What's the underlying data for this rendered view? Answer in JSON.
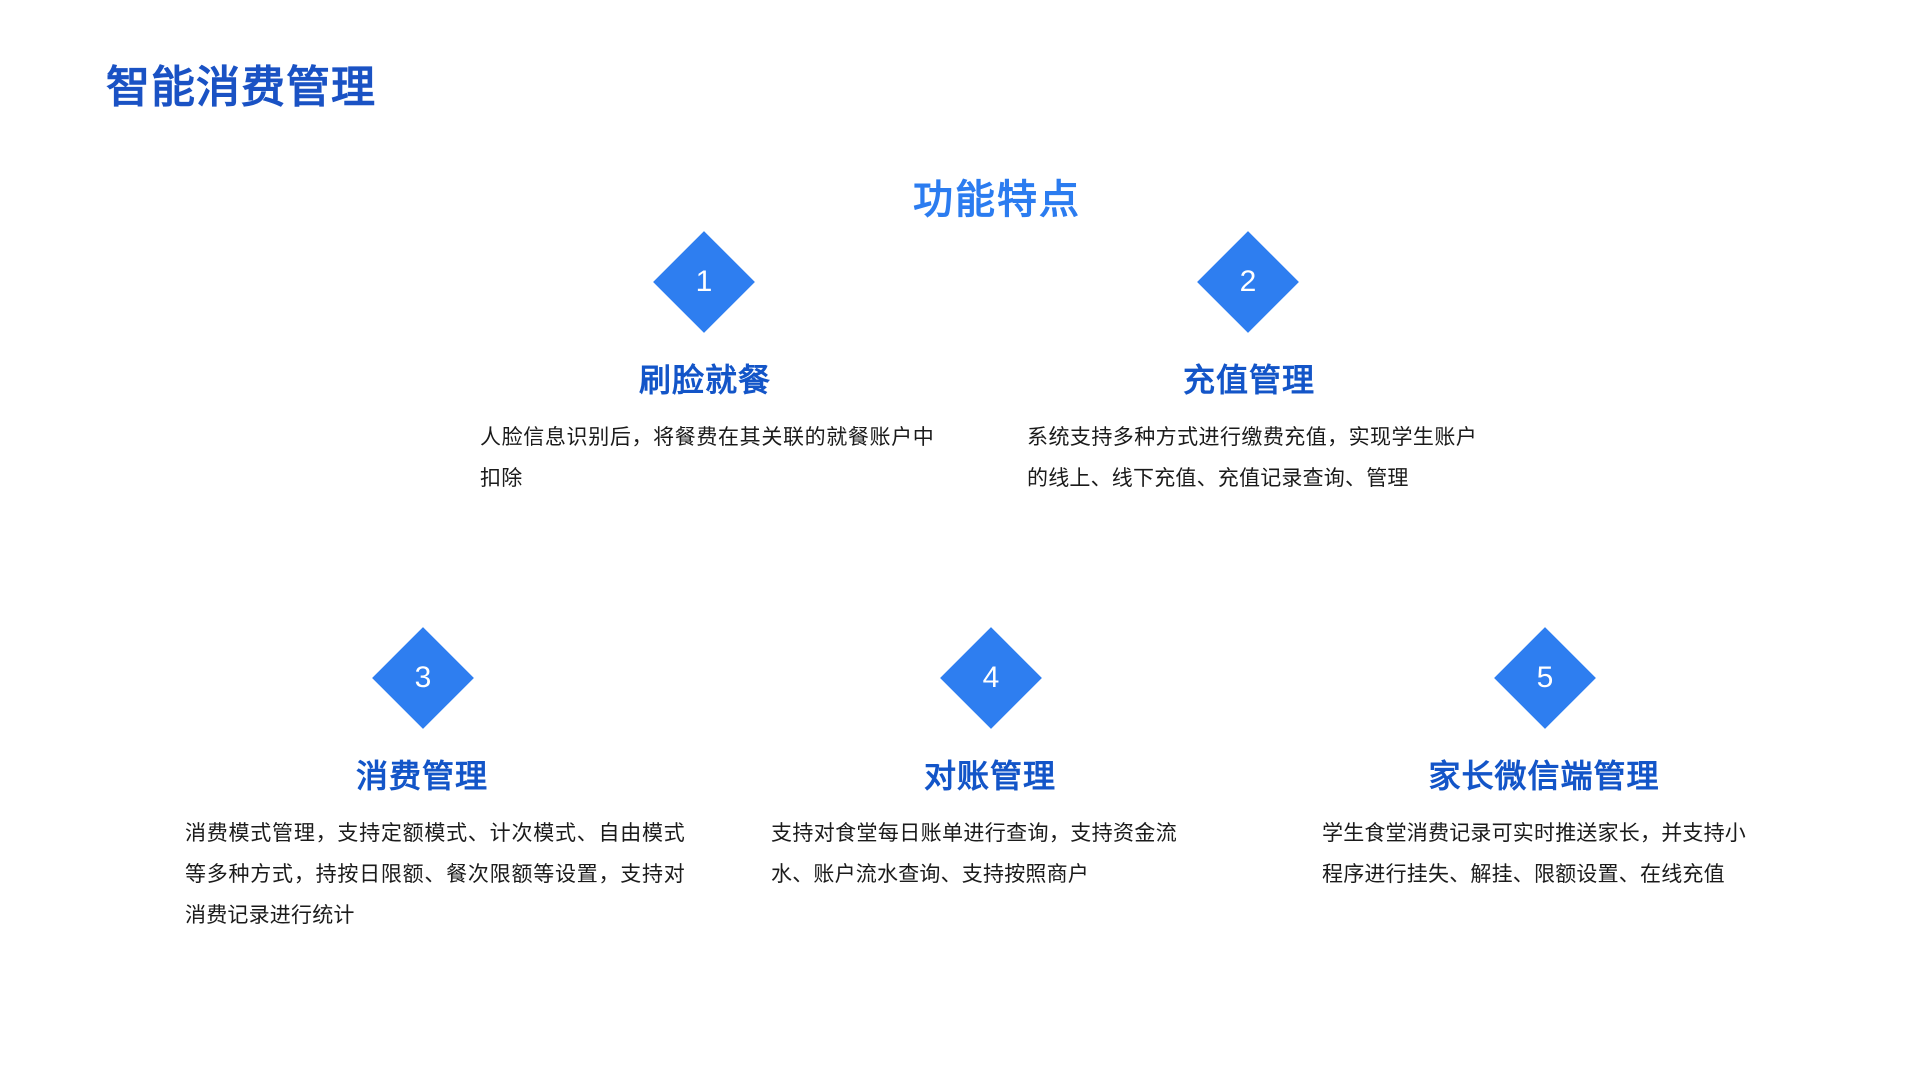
{
  "page": {
    "title": "智能消费管理",
    "background_color": "#ffffff"
  },
  "section": {
    "heading": "功能特点",
    "heading_color": "#2b7cf0"
  },
  "theme": {
    "title_color": "#1a52c4",
    "diamond_color": "#2e7ef0",
    "feature_title_color": "#1355c8",
    "body_text_color": "#1b1b1b",
    "badge_text_color": "#ffffff"
  },
  "features": [
    {
      "number": "1",
      "title": "刷脸就餐",
      "description": "人脸信息识别后，将餐费在其关联的就餐账户中扣除"
    },
    {
      "number": "2",
      "title": "充值管理",
      "description": "系统支持多种方式进行缴费充值，实现学生账户的线上、线下充值、充值记录查询、管理"
    },
    {
      "number": "3",
      "title": "消费管理",
      "description": "消费模式管理，支持定额模式、计次模式、自由模式等多种方式，持按日限额、餐次限额等设置，支持对消费记录进行统计"
    },
    {
      "number": "4",
      "title": "对账管理",
      "description": "支持对食堂每日账单进行查询，支持资金流水、账户流水查询、支持按照商户"
    },
    {
      "number": "5",
      "title": "家长微信端管理",
      "description": "学生食堂消费记录可实时推送家长，并支持小程序进行挂失、解挂、限额设置、在线充值"
    }
  ]
}
